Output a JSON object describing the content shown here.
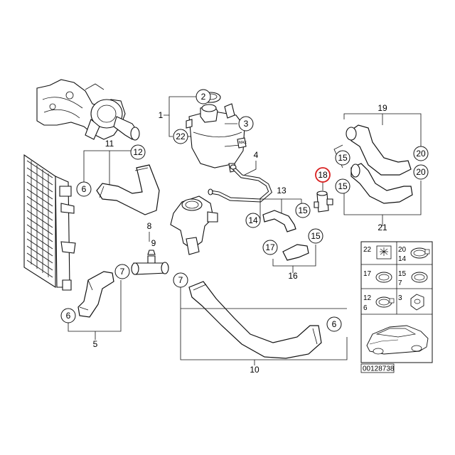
{
  "diagram_id": "00128738",
  "colors": {
    "line": "#111111",
    "highlight": "#d92020",
    "background": "#ffffff"
  },
  "circle_callouts": [
    {
      "label": "2",
      "name": "callout-2"
    },
    {
      "label": "22",
      "name": "callout-22"
    },
    {
      "label": "3",
      "name": "callout-3"
    },
    {
      "label": "12",
      "name": "callout-12"
    },
    {
      "label": "6",
      "name": "callout-6-top"
    },
    {
      "label": "15",
      "name": "callout-15-a"
    },
    {
      "label": "18",
      "name": "callout-18"
    },
    {
      "label": "15",
      "name": "callout-15-b"
    },
    {
      "label": "20",
      "name": "callout-20-a"
    },
    {
      "label": "20",
      "name": "callout-20-b"
    },
    {
      "label": "14",
      "name": "callout-14"
    },
    {
      "label": "15",
      "name": "callout-15-c"
    },
    {
      "label": "17",
      "name": "callout-17"
    },
    {
      "label": "15",
      "name": "callout-15-d"
    },
    {
      "label": "7",
      "name": "callout-7-a"
    },
    {
      "label": "7",
      "name": "callout-7-b"
    },
    {
      "label": "6",
      "name": "callout-6-left"
    },
    {
      "label": "6",
      "name": "callout-6-right"
    }
  ],
  "plain_labels": [
    {
      "label": "1",
      "name": "label-1"
    },
    {
      "label": "11",
      "name": "label-11"
    },
    {
      "label": "4",
      "name": "label-4"
    },
    {
      "label": "19",
      "name": "label-19"
    },
    {
      "label": "13",
      "name": "label-13"
    },
    {
      "label": "21",
      "name": "label-21"
    },
    {
      "label": "8",
      "name": "label-8"
    },
    {
      "label": "9",
      "name": "label-9"
    },
    {
      "label": "16",
      "name": "label-16"
    },
    {
      "label": "5",
      "name": "label-5"
    },
    {
      "label": "10",
      "name": "label-10"
    }
  ],
  "tank_text": "MAX",
  "legend": {
    "row1": {
      "left": "22",
      "right_top": "20",
      "right_bottom": "14"
    },
    "row2": {
      "left": "17",
      "right_top": "15",
      "right_bottom": "7"
    },
    "row3": {
      "left_top": "12",
      "left_bottom": "6",
      "right": "3"
    }
  }
}
